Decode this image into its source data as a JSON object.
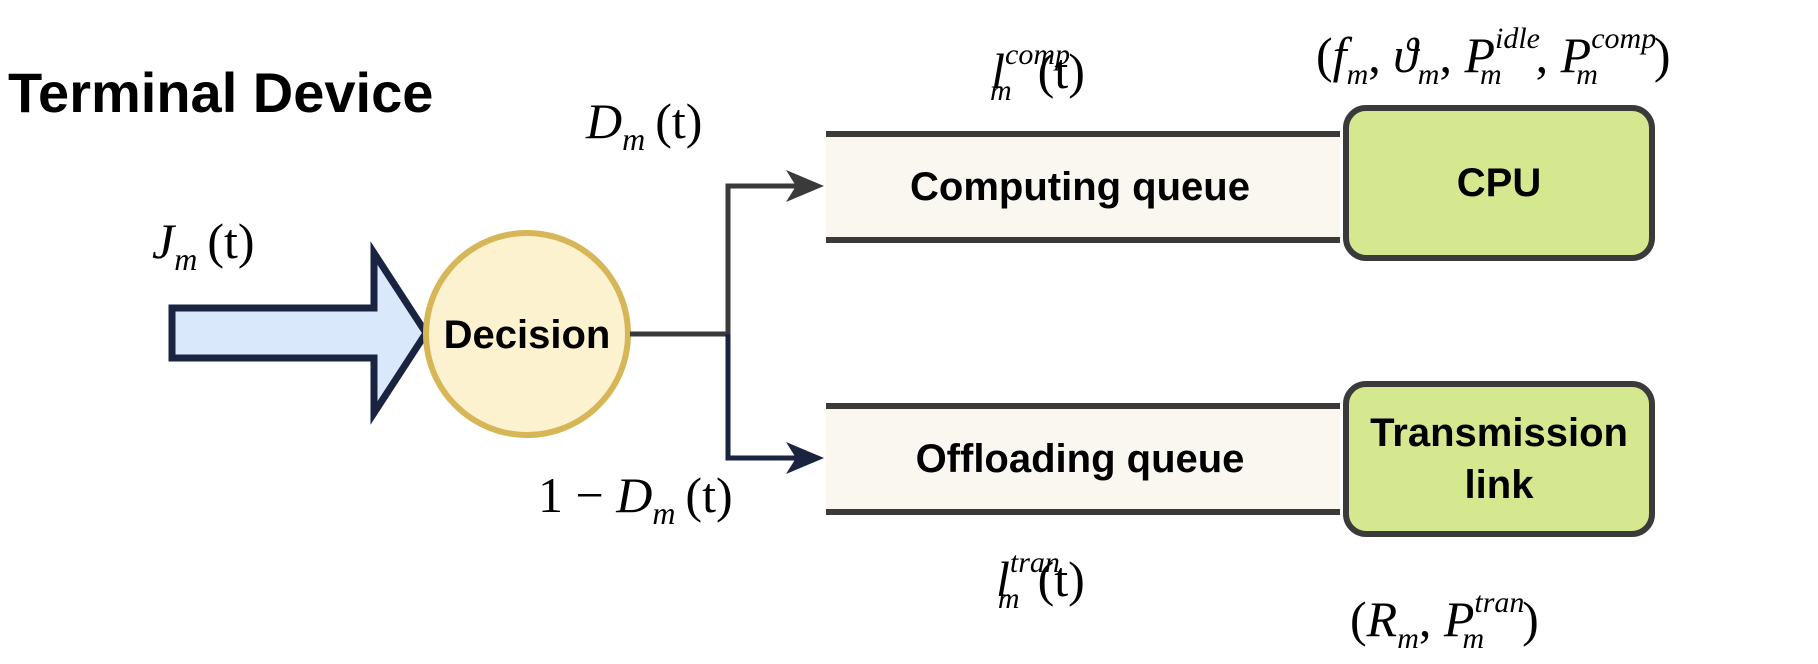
{
  "title": "Terminal Device",
  "nodes": {
    "decision": "Decision",
    "computing_queue": "Computing queue",
    "offloading_queue": "Offloading queue",
    "cpu": "CPU",
    "transmission_line1": "Transmission",
    "transmission_line2": "link"
  },
  "labels": {
    "input": "J_m(t)",
    "decision_compute": "D_m(t)",
    "decision_offload": "1 − D_m(t)",
    "comp_length": "l_m^comp(t)",
    "tran_length": "l_m^tran(t)",
    "cpu_params": "(f_m, ϑ_m, P_m^idle, P_m^comp)",
    "link_params": "(R_m, P_m^tran)"
  },
  "math": {
    "J": "J",
    "m": "m",
    "t_paren": "(t)",
    "D": "D",
    "one_minus": "1 − ",
    "l": "l",
    "comp": "comp",
    "tran": "tran",
    "idle": "idle",
    "f": "f",
    "theta": "ϑ",
    "P": "P",
    "R": "R",
    "open_paren": "(",
    "close_paren": ")",
    "comma": ", "
  },
  "colors": {
    "arrow_fill": "#dae8fc",
    "arrow_stroke": "#1a2340",
    "decision_fill": "#fdf2d0",
    "decision_stroke": "#d6b656",
    "queue_fill": "#f9f7ef",
    "queue_line": "#3a3a3a",
    "box_fill": "#d5e88f",
    "box_stroke": "#3a3a3a",
    "line_dark": "#3a3a3a",
    "line_navy": "#1a2340"
  }
}
